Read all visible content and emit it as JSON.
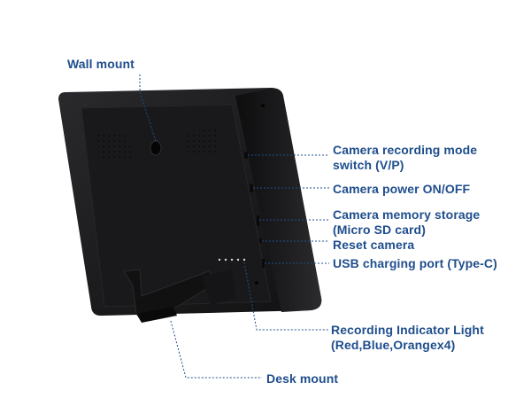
{
  "colors": {
    "label": "#1f4e8c",
    "leader_line": "#1f4e8c",
    "device_body": "#1b1b1d",
    "background": "#ffffff"
  },
  "labels": {
    "wall_mount": "Wall mount",
    "recording_mode": {
      "line1": "Camera recording mode",
      "line2": "switch (V/P)"
    },
    "power": "Camera power ON/OFF",
    "storage": {
      "line1": "Camera memory storage",
      "line2": "(Micro SD card)"
    },
    "reset": "Reset camera",
    "usb": "USB charging port (Type-C)",
    "indicator": {
      "line1": "Recording Indicator Light",
      "line2": "(Red,Blue,Orangex4)"
    },
    "desk_mount": "Desk mount"
  }
}
